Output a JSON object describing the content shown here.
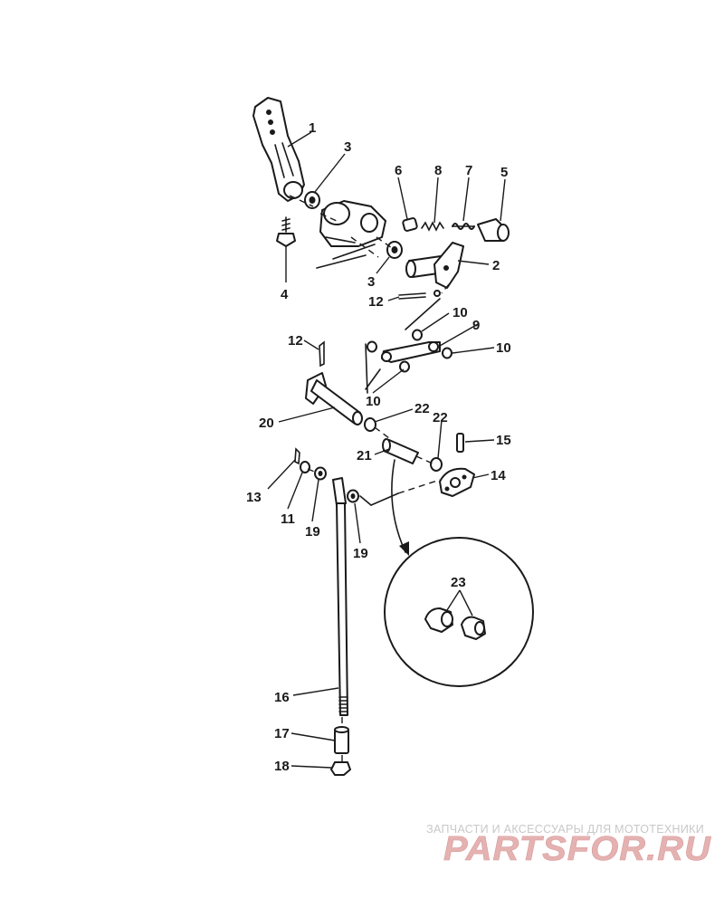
{
  "callouts": {
    "c1": "1",
    "c2": "2",
    "c3a": "3",
    "c3b": "3",
    "c4": "4",
    "c5": "5",
    "c6": "6",
    "c7": "7",
    "c8": "8",
    "c9": "9",
    "c10a": "10",
    "c10b": "10",
    "c10c": "10",
    "c11": "11",
    "c12a": "12",
    "c12b": "12",
    "c13": "13",
    "c14": "14",
    "c15": "15",
    "c16": "16",
    "c17": "17",
    "c18": "18",
    "c19a": "19",
    "c19b": "19",
    "c20": "20",
    "c21": "21",
    "c22a": "22",
    "c22b": "22",
    "c23": "23"
  },
  "watermark": {
    "tagline": "ЗАПЧАСТИ И АКСЕССУАРЫ ДЛЯ МОТОТЕХНИКИ",
    "logo": "PARTSFOR.RU"
  },
  "colors": {
    "ink": "#1a1a1a",
    "watermark_logo": "#e5b2b2",
    "watermark_text": "#c8c8c8"
  }
}
